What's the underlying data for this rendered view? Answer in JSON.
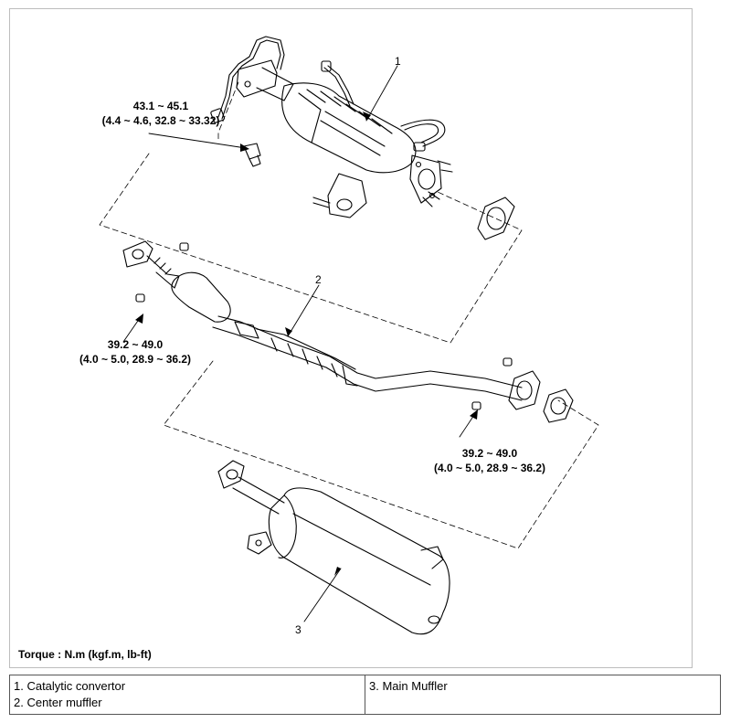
{
  "torque_labels": [
    {
      "line1": "43.1 ~ 45.1",
      "line2": "(4.4 ~ 4.6, 32.8 ~ 33.32)"
    },
    {
      "line1": "39.2 ~ 49.0",
      "line2": "(4.0 ~ 5.0, 28.9 ~ 36.2)"
    },
    {
      "line1": "39.2 ~ 49.0",
      "line2": "(4.0 ~ 5.0, 28.9 ~ 36.2)"
    }
  ],
  "callouts": [
    "1",
    "2",
    "3"
  ],
  "torque_unit_note": "Torque : N.m (kgf.m, lb-ft)",
  "legend": {
    "left": [
      "1. Catalytic convertor",
      "2. Center muffler"
    ],
    "right": [
      "3. Main Muffler"
    ]
  }
}
